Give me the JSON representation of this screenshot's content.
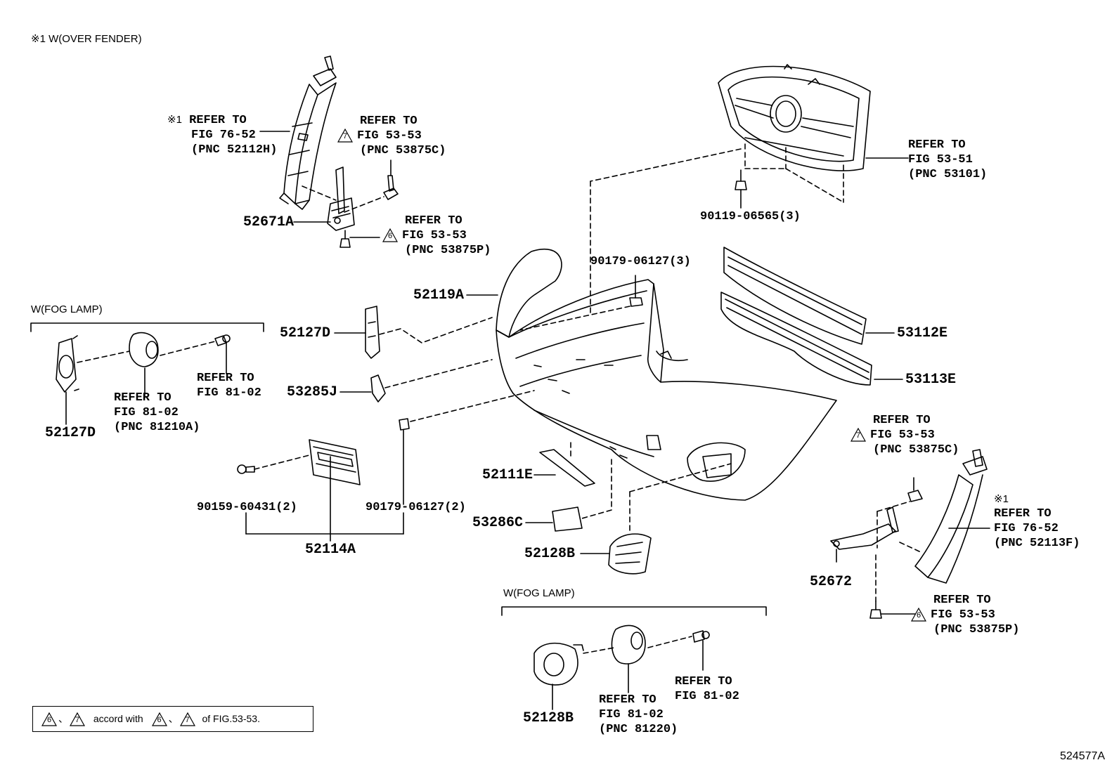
{
  "header_note": "※1 W(OVER FENDER)",
  "figure_id": "524577A",
  "groups": {
    "fog_lamp_left": "W(FOG LAMP)",
    "fog_lamp_bottom": "W(FOG LAMP)"
  },
  "footnote": {
    "tri_a": "6",
    "sep1": "、",
    "tri_b": "7",
    "text1": "accord with",
    "tri_c": "6",
    "sep2": "、",
    "tri_d": "7",
    "text2": "of FIG.53-53."
  },
  "parts": {
    "p52671A": "52671A",
    "p52119A": "52119A",
    "p52127D_mid": "52127D",
    "p53285J": "53285J",
    "p52127D_left": "52127D",
    "p52114A": "52114A",
    "p90159": "90159-60431(2)",
    "p90179_bottom": "90179-06127(2)",
    "p90179_top": "90179-06127(3)",
    "p90119": "90119-06565(3)",
    "p53112E": "53112E",
    "p53113E": "53113E",
    "p52111E": "52111E",
    "p53286C": "53286C",
    "p52128B_mid": "52128B",
    "p52128B_bottom": "52128B",
    "p52672": "52672"
  },
  "refs": {
    "r_fender_left": {
      "mark": "※1",
      "l1": "REFER TO",
      "l2": "FIG 76-52",
      "l3": "(PNC 52112H)"
    },
    "r_clip_top": {
      "tri": "7",
      "l1": "REFER TO",
      "l2": "FIG 53-53",
      "l3": "(PNC 53875C)"
    },
    "r_screw_top": {
      "tri": "6",
      "l1": "REFER TO",
      "l2": "FIG 53-53",
      "l3": "(PNC 53875P)"
    },
    "r_grille": {
      "l1": "REFER TO",
      "l2": "FIG 53-51",
      "l3": "(PNC 53101)"
    },
    "r_fog_lamp_left": {
      "l1": "REFER TO",
      "l2": "FIG 81-02",
      "l3": "(PNC 81210A)"
    },
    "r_bolt_left": {
      "l1": "REFER TO",
      "l2": "FIG 81-02"
    },
    "r_clip_right": {
      "tri": "7",
      "l1": "REFER TO",
      "l2": "FIG 53-53",
      "l3": "(PNC 53875C)"
    },
    "r_fender_right": {
      "mark": "※1",
      "l1": "REFER TO",
      "l2": "FIG 76-52",
      "l3": "(PNC 52113F)"
    },
    "r_screw_right": {
      "tri": "6",
      "l1": "REFER TO",
      "l2": "FIG 53-53",
      "l3": "(PNC 53875P)"
    },
    "r_fog_lamp_bottom": {
      "l1": "REFER TO",
      "l2": "FIG 81-02",
      "l3": "(PNC 81220)"
    },
    "r_bolt_bottom": {
      "l1": "REFER TO",
      "l2": "FIG 81-02"
    }
  }
}
